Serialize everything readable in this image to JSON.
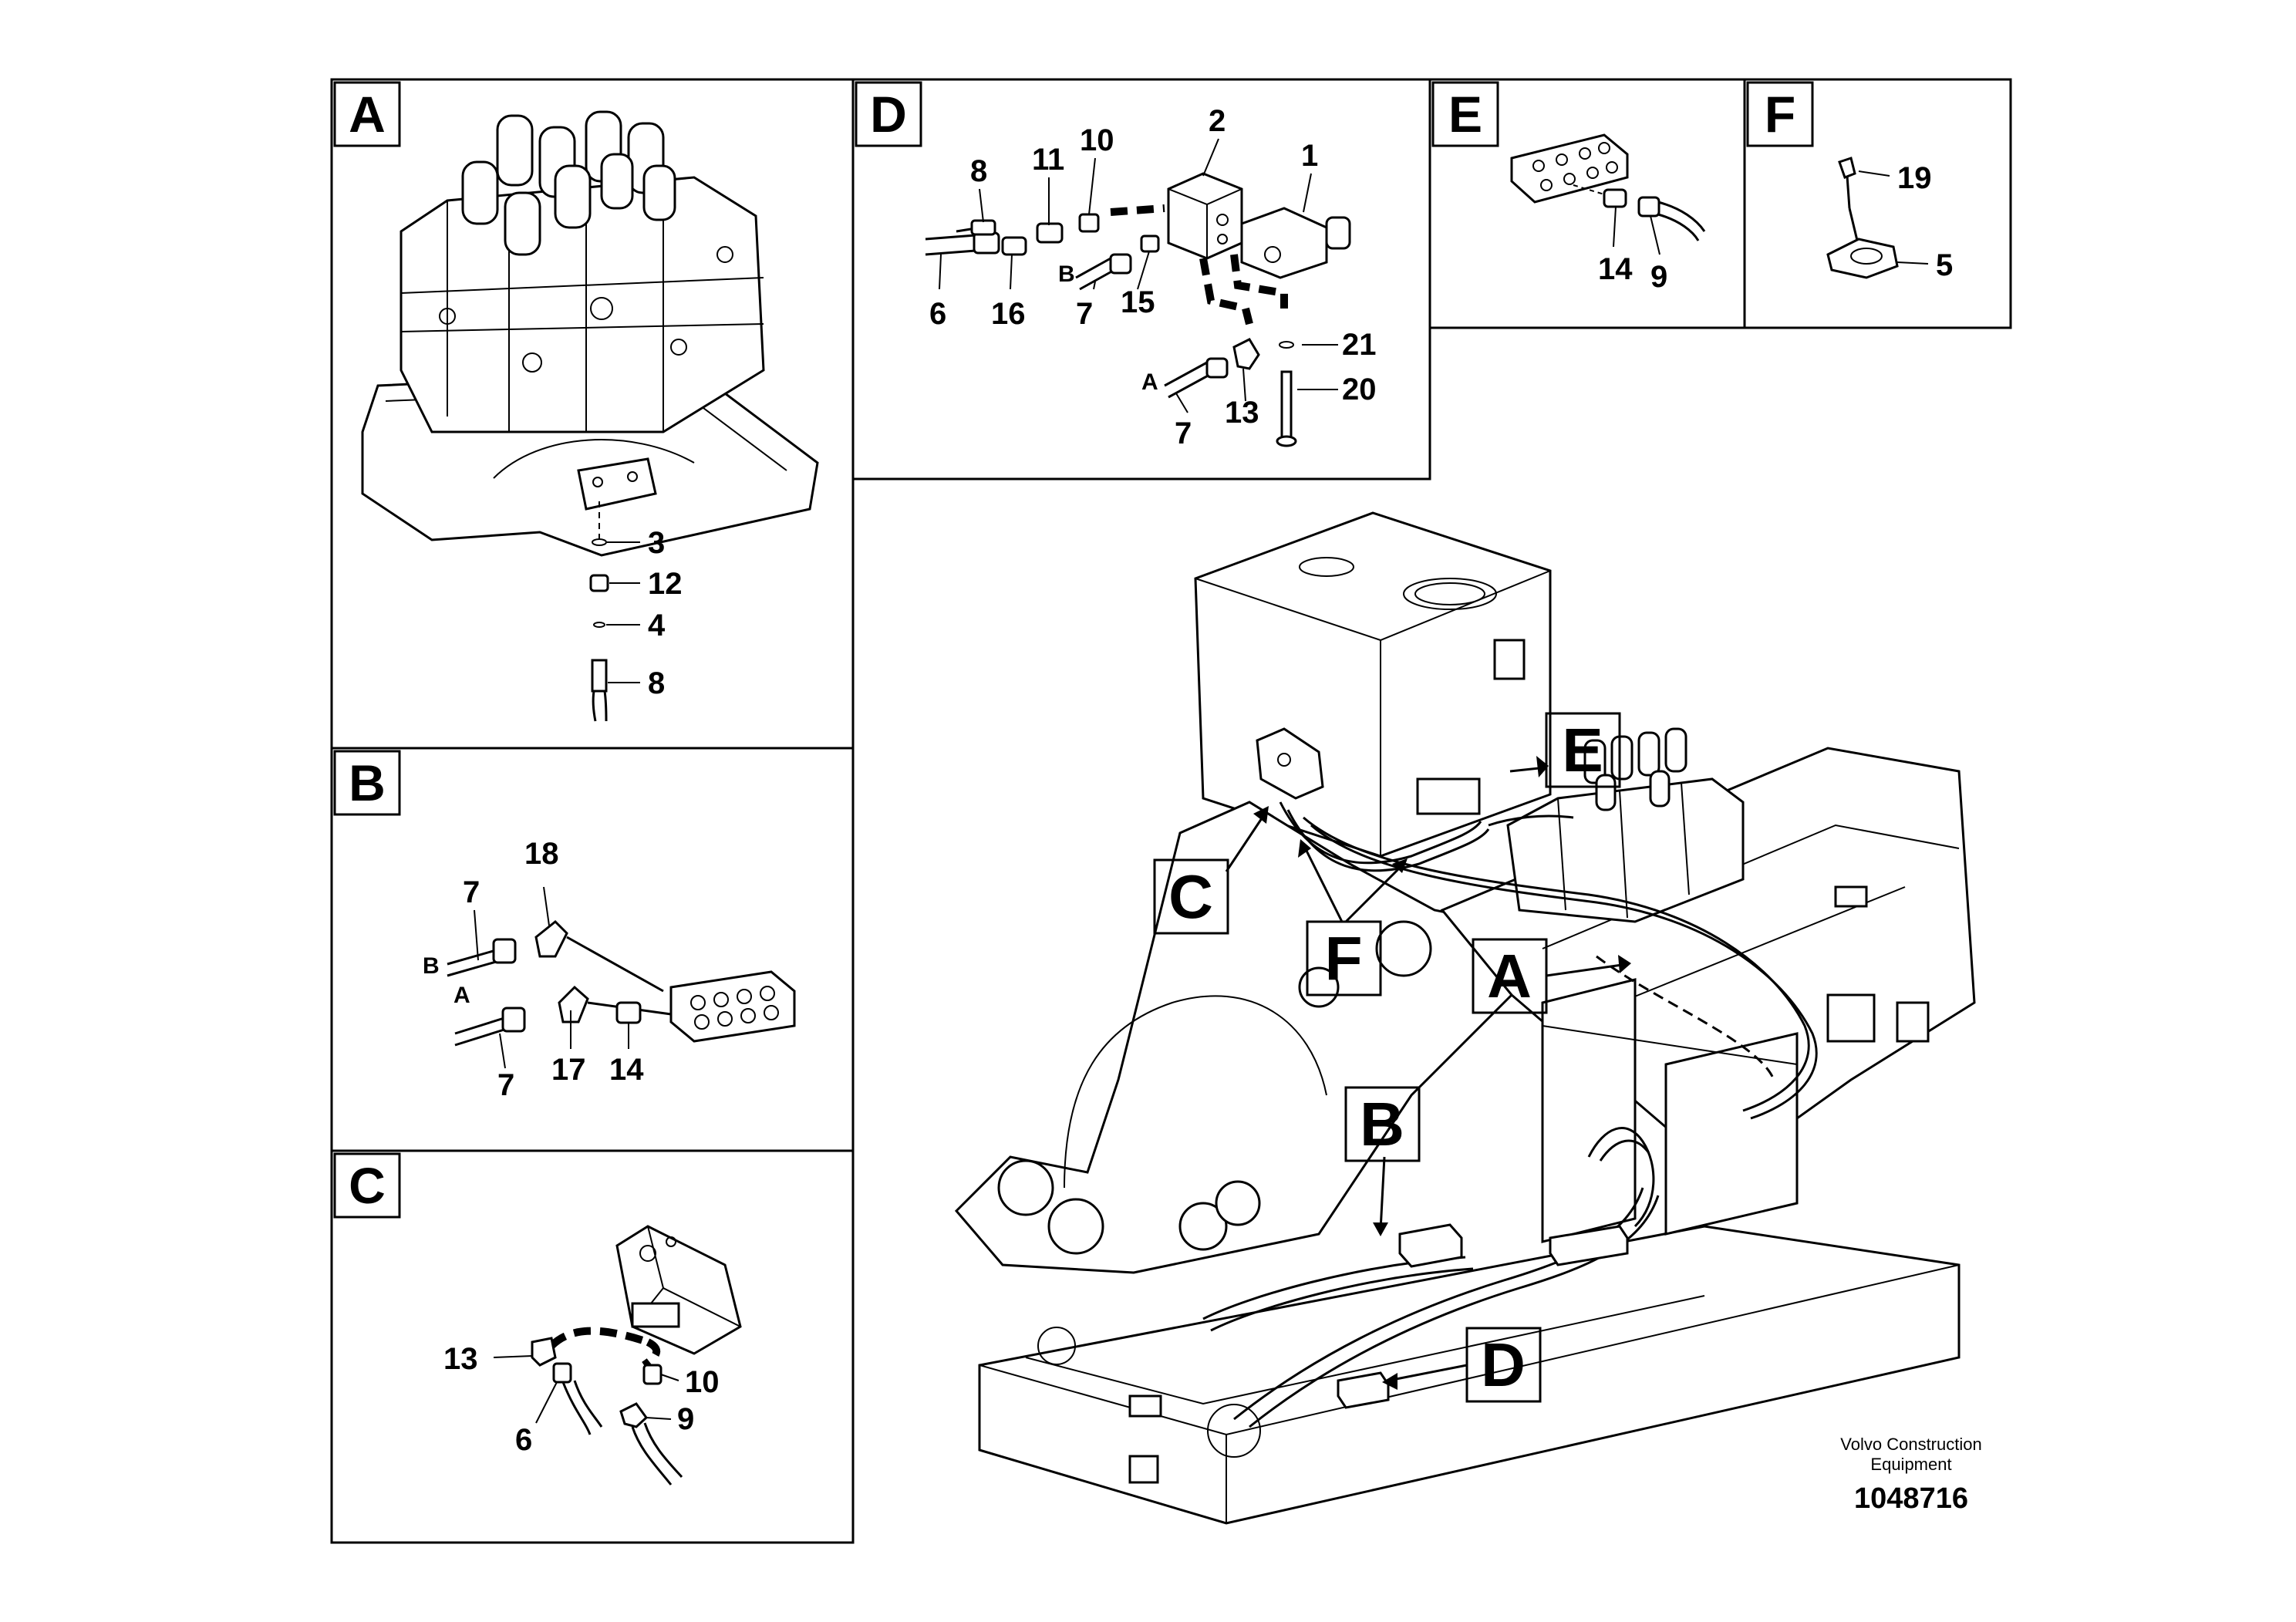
{
  "panels": {
    "A": {
      "label": "A",
      "callouts": [
        "3",
        "12",
        "4",
        "8"
      ]
    },
    "B": {
      "label": "B",
      "callouts": [
        "7",
        "18",
        "7",
        "17",
        "14"
      ],
      "ports": [
        "B",
        "A"
      ]
    },
    "C": {
      "label": "C",
      "callouts": [
        "13",
        "10",
        "6",
        "9"
      ]
    },
    "D": {
      "label": "D",
      "callouts": [
        "2",
        "1",
        "8",
        "11",
        "10",
        "6",
        "16",
        "7",
        "15",
        "21",
        "20",
        "7",
        "13"
      ],
      "ports": [
        "B",
        "A"
      ]
    },
    "E": {
      "label": "E",
      "callouts": [
        "14",
        "9"
      ]
    },
    "F": {
      "label": "F",
      "callouts": [
        "19",
        "5"
      ]
    }
  },
  "main_view": {
    "labels": [
      "E",
      "C",
      "F",
      "A",
      "B",
      "D"
    ]
  },
  "footer": {
    "company_line1": "Volvo Construction",
    "company_line2": "Equipment",
    "drawing_number": "1048716"
  }
}
